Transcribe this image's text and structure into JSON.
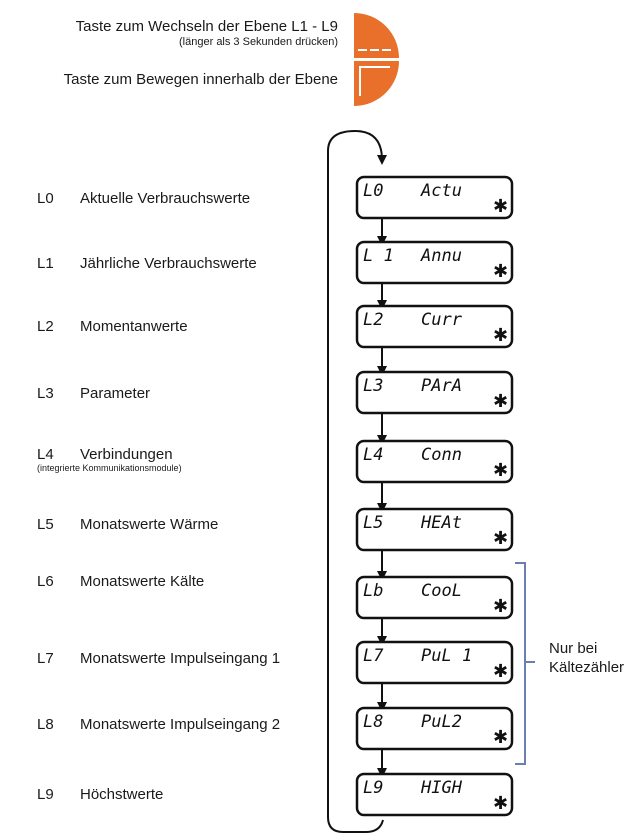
{
  "legend": {
    "switch_level_label": "Taste zum Wechseln der Ebene L1 - L9",
    "switch_level_hint": "(länger als 3 Sekunden drücken)",
    "move_in_level_label": "Taste zum Bewegen innerhalb der Ebene",
    "button_color": "#e8702a"
  },
  "levels": [
    {
      "code": "L0",
      "description": "Aktuelle Verbrauchswerte",
      "display_level": "L0",
      "display_text": "Actu"
    },
    {
      "code": "L1",
      "description": "Jährliche Verbrauchswerte",
      "display_level": "L 1",
      "display_text": "Annu"
    },
    {
      "code": "L2",
      "description": "Momentanwerte",
      "display_level": "L2",
      "display_text": "Curr"
    },
    {
      "code": "L3",
      "description": "Parameter",
      "display_level": "L3",
      "display_text": "PArA"
    },
    {
      "code": "L4",
      "description": "Verbindungen",
      "subtitle": "(integrierte Kommunikationsmodule)",
      "display_level": "L4",
      "display_text": "Conn"
    },
    {
      "code": "L5",
      "description": "Monatswerte Wärme",
      "display_level": "L5",
      "display_text": "HEAt"
    },
    {
      "code": "L6",
      "description": "Monatswerte Kälte",
      "display_level": "Lb",
      "display_text": "CooL"
    },
    {
      "code": "L7",
      "description": "Monatswerte Impulseingang 1",
      "display_level": "L7",
      "display_text": "PuL 1"
    },
    {
      "code": "L8",
      "description": "Monatswerte Impulseingang 2",
      "display_level": "L8",
      "display_text": "PuL2"
    },
    {
      "code": "L9",
      "description": "Höchstwerte",
      "display_level": "L9",
      "display_text": "HIGH"
    }
  ],
  "display_symbol": "✱",
  "cooling_note": {
    "line1": "Nur bei",
    "line2": "Kältezähler",
    "bracket_color": "#6a7fb0"
  }
}
